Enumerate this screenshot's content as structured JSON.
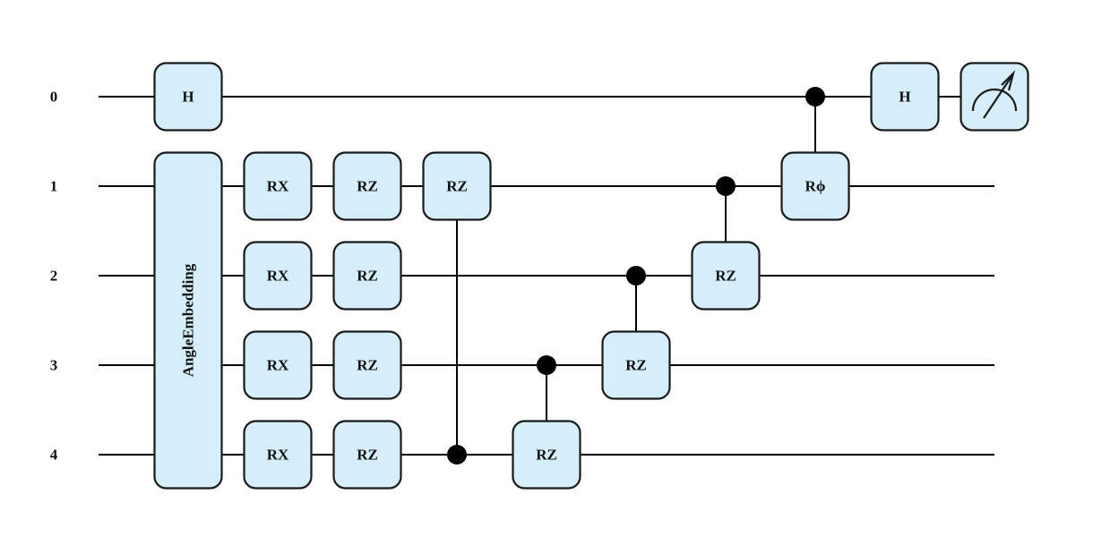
{
  "wires": [
    {
      "label": "0"
    },
    {
      "label": "1"
    },
    {
      "label": "2"
    },
    {
      "label": "3"
    },
    {
      "label": "4"
    }
  ],
  "gates": [
    {
      "label": "H",
      "wires": [
        0
      ],
      "step": 0
    },
    {
      "label": "AngleEmbedding",
      "wires": [
        1,
        2,
        3,
        4
      ],
      "step": 0,
      "vertical": true
    },
    {
      "label": "RX",
      "wires": [
        1
      ],
      "step": 1
    },
    {
      "label": "RX",
      "wires": [
        2
      ],
      "step": 1
    },
    {
      "label": "RX",
      "wires": [
        3
      ],
      "step": 1
    },
    {
      "label": "RX",
      "wires": [
        4
      ],
      "step": 1
    },
    {
      "label": "RZ",
      "wires": [
        1
      ],
      "step": 2
    },
    {
      "label": "RZ",
      "wires": [
        2
      ],
      "step": 2
    },
    {
      "label": "RZ",
      "wires": [
        3
      ],
      "step": 2
    },
    {
      "label": "RZ",
      "wires": [
        4
      ],
      "step": 2
    },
    {
      "label": "RZ",
      "wires": [
        1
      ],
      "step": 3,
      "control": 4
    },
    {
      "label": "RZ",
      "wires": [
        4
      ],
      "step": 4,
      "control": 3
    },
    {
      "label": "RZ",
      "wires": [
        3
      ],
      "step": 5,
      "control": 2
    },
    {
      "label": "RZ",
      "wires": [
        2
      ],
      "step": 6,
      "control": 1
    },
    {
      "label": "Rϕ",
      "wires": [
        1
      ],
      "step": 7,
      "control": 0
    },
    {
      "label": "H",
      "wires": [
        0
      ],
      "step": 8
    }
  ],
  "measurements": [
    {
      "wire": 0,
      "step": 9,
      "icon": "measurement-meter-icon"
    }
  ],
  "colors": {
    "gate_fill": "#d5eefa",
    "gate_stroke": "#1a1a1a",
    "wire": "#000000"
  }
}
